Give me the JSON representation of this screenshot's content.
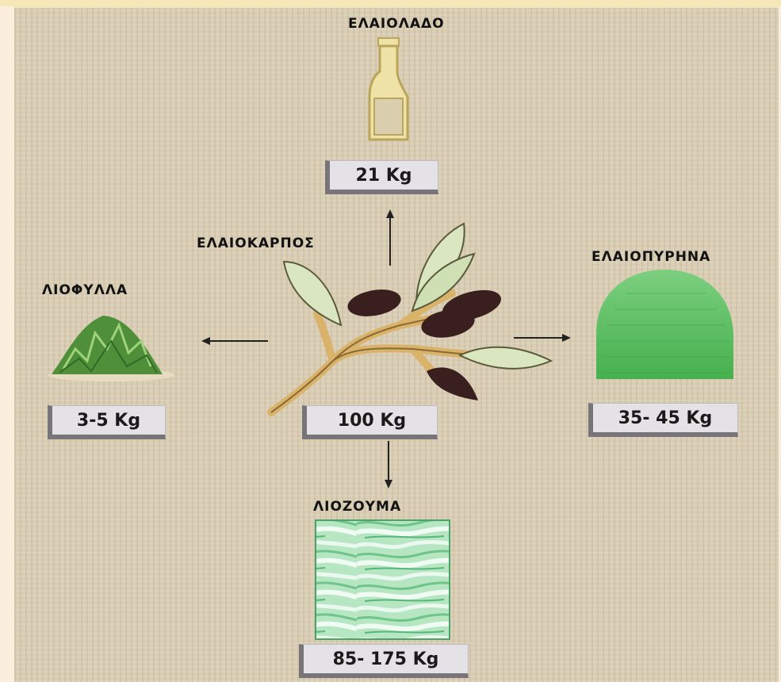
{
  "labels": {
    "olive_oil": "ΕΛΑΙΟΛΑΔΟ",
    "olive_fruit": "ΕΛΑΙΟΚΑΡΠΟΣ",
    "leaves": "ΛΙΟΦΥΛΛΑ",
    "pomace": "ΕΛΑΙΟΠΥΡΗΝΑ",
    "vegetation_water": "ΛΙΟΖΟΥΜΑ"
  },
  "values": {
    "olive_oil": "21 Kg",
    "olive_fruit": "100  Kg",
    "leaves": "3-5 Kg",
    "pomace": "35- 45 Kg",
    "vegetation_water": "85- 175 Kg"
  },
  "colors": {
    "background": "#d9cdb4",
    "page_margin": "#fbeedd",
    "bottle": "#efe2a6",
    "leaf": "#d9e6c0",
    "olive": "#3a1f1f",
    "branch": "#d9b36a",
    "pile_green": "#5fbf63",
    "water_green": "#9ed9a9",
    "value_box": "#e4e2e6"
  },
  "icons": [
    "oil-bottle-icon",
    "olive-branch-icon",
    "leaf-pile-icon",
    "pomace-mound-icon",
    "water-pattern-icon"
  ]
}
